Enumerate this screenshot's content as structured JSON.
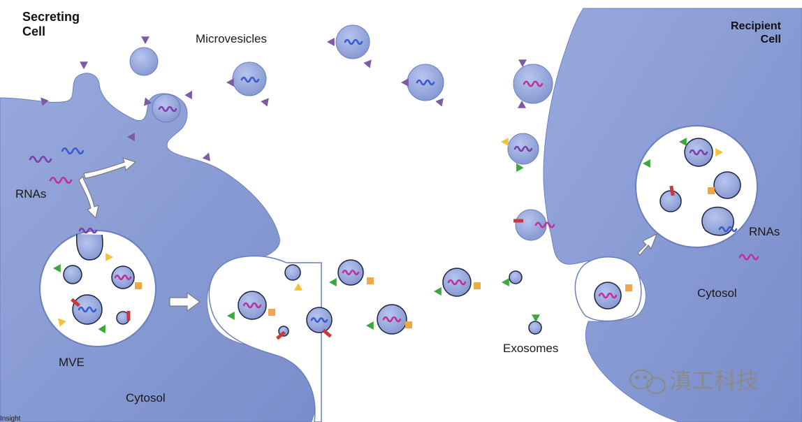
{
  "labels": {
    "secreting_cell": [
      "Secreting",
      "Cell"
    ],
    "recipient_cell": [
      "Recipient",
      "Cell"
    ],
    "microvesicles": "Microvesicles",
    "rnas_left": "RNAs",
    "rnas_right": "RNAs",
    "mve": "MVE",
    "cytosol_left": "Cytosol",
    "cytosol_right": "Cytosol",
    "exosomes": "Exosomes",
    "corner_text": "Insight"
  },
  "watermark": {
    "text": "滇工科技",
    "icon": "wechat-icon"
  },
  "colors": {
    "cell": "#8d9fd6",
    "cell_dark": "#7083c2",
    "cell_edge": "#6b7fbf",
    "vesicle": "#9fb0e0",
    "vesicle_edge": "#1c2340",
    "rna_purple": "#7a3fae",
    "rna_blue": "#3a5bd0",
    "rna_magenta": "#c0309a",
    "receptor_purple": "#7b5aa6",
    "receptor_green": "#3aa83a",
    "receptor_yellow": "#f2c33a",
    "receptor_orange": "#f0a64a",
    "receptor_red": "#c83a3a"
  }
}
